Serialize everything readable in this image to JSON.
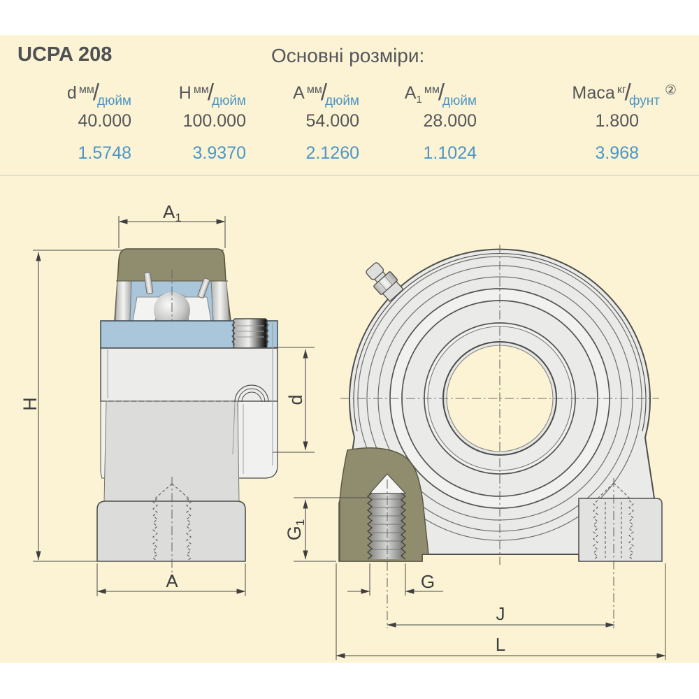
{
  "page": {
    "product_code": "UCPA 208",
    "section_title": "Основні розміри:"
  },
  "colors": {
    "panel_background": "#FBF3D3",
    "text_dark": "#55565A",
    "accent_blue": "#4E96C6",
    "drawing_olive": "#908D6F",
    "bearing_blue": "#A9C6DA",
    "body_gray": "#EAEAE8",
    "line": "#4A4A4A"
  },
  "table": {
    "columns": [
      {
        "letter": "d",
        "sub": "",
        "unit_top": "мм",
        "unit_bottom": "дюйм"
      },
      {
        "letter": "H",
        "sub": "",
        "unit_top": "мм",
        "unit_bottom": "дюйм"
      },
      {
        "letter": "A",
        "sub": "",
        "unit_top": "мм",
        "unit_bottom": "дюйм"
      },
      {
        "letter": "A",
        "sub": "1",
        "unit_top": "мм",
        "unit_bottom": "дюйм"
      },
      {
        "letter": "Маса",
        "sub": "",
        "unit_top": "кг",
        "unit_bottom": "фунт",
        "note": "②"
      }
    ],
    "mm": [
      "40.000",
      "100.000",
      "54.000",
      "28.000",
      "1.800"
    ],
    "inch": [
      "1.5748",
      "3.9370",
      "2.1260",
      "1.1024",
      "3.968"
    ]
  },
  "drawing": {
    "dim_labels": {
      "width_top": "A",
      "width_top_sub": "1",
      "height": "H",
      "bore_diameter": "d",
      "thread_depth": "G",
      "thread_depth_sub": "1",
      "base_width": "A",
      "thread_size": "G",
      "bolt_center_distance": "J",
      "overall_length": "L"
    }
  }
}
